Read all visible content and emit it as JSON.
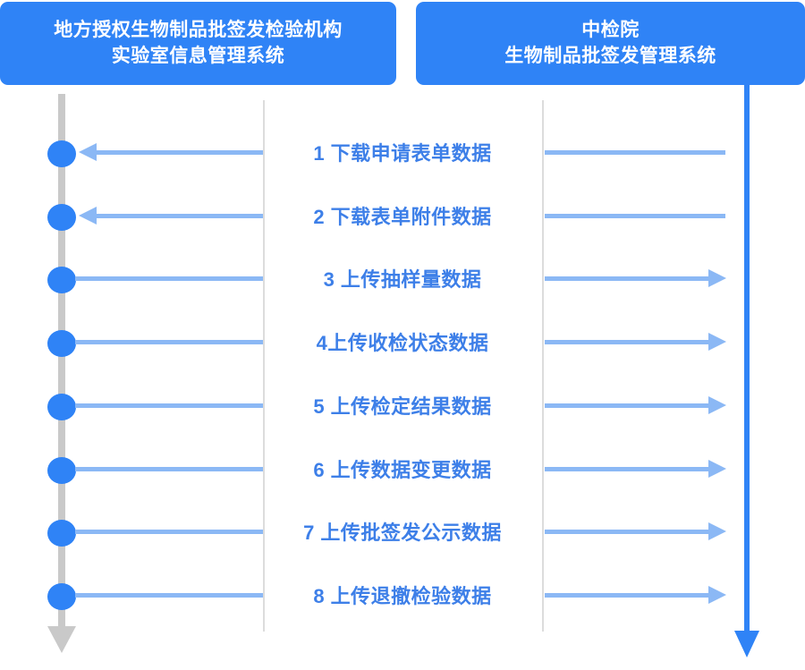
{
  "diagram": {
    "type": "sequence-flow",
    "colors": {
      "header_bg": "#2f83f6",
      "header_text": "#ffffff",
      "label_text": "#3d7fe8",
      "connector": "#8bb8f5",
      "left_spine": "#c9c9c9",
      "right_spine": "#2f83f6",
      "node_dot": "#2f83f6",
      "separator": "#dcdcdc",
      "page_bg": "#ffffff"
    }
  },
  "headers": {
    "left": {
      "line1": "地方授权生物制品批签发检验机构",
      "line2": "实验室信息管理系统"
    },
    "right": {
      "line1": "中检院",
      "line2": "生物制品批签发管理系统"
    }
  },
  "steps": [
    {
      "index": "1",
      "label": "1 下载申请表单数据",
      "direction": "left",
      "arrow": "arrow-left-icon"
    },
    {
      "index": "2",
      "label": "2 下载表单附件数据",
      "direction": "left",
      "arrow": "arrow-left-icon"
    },
    {
      "index": "3",
      "label": "3 上传抽样量数据",
      "direction": "right",
      "arrow": "arrow-right-icon"
    },
    {
      "index": "4",
      "label": "4上传收检状态数据",
      "direction": "right",
      "arrow": "arrow-right-icon"
    },
    {
      "index": "5",
      "label": "5 上传检定结果数据",
      "direction": "right",
      "arrow": "arrow-right-icon"
    },
    {
      "index": "6",
      "label": "6 上传数据变更数据",
      "direction": "right",
      "arrow": "arrow-right-icon"
    },
    {
      "index": "7",
      "label": "7 上传批签发公示数据",
      "direction": "right",
      "arrow": "arrow-right-icon"
    },
    {
      "index": "8",
      "label": "8 上传退撤检验数据",
      "direction": "right",
      "arrow": "arrow-right-icon"
    }
  ],
  "spines": {
    "left": {
      "name": "local-lims-lifeline",
      "arrow": "arrow-down-icon"
    },
    "right": {
      "name": "nifdc-lifeline",
      "arrow": "arrow-down-icon"
    }
  }
}
